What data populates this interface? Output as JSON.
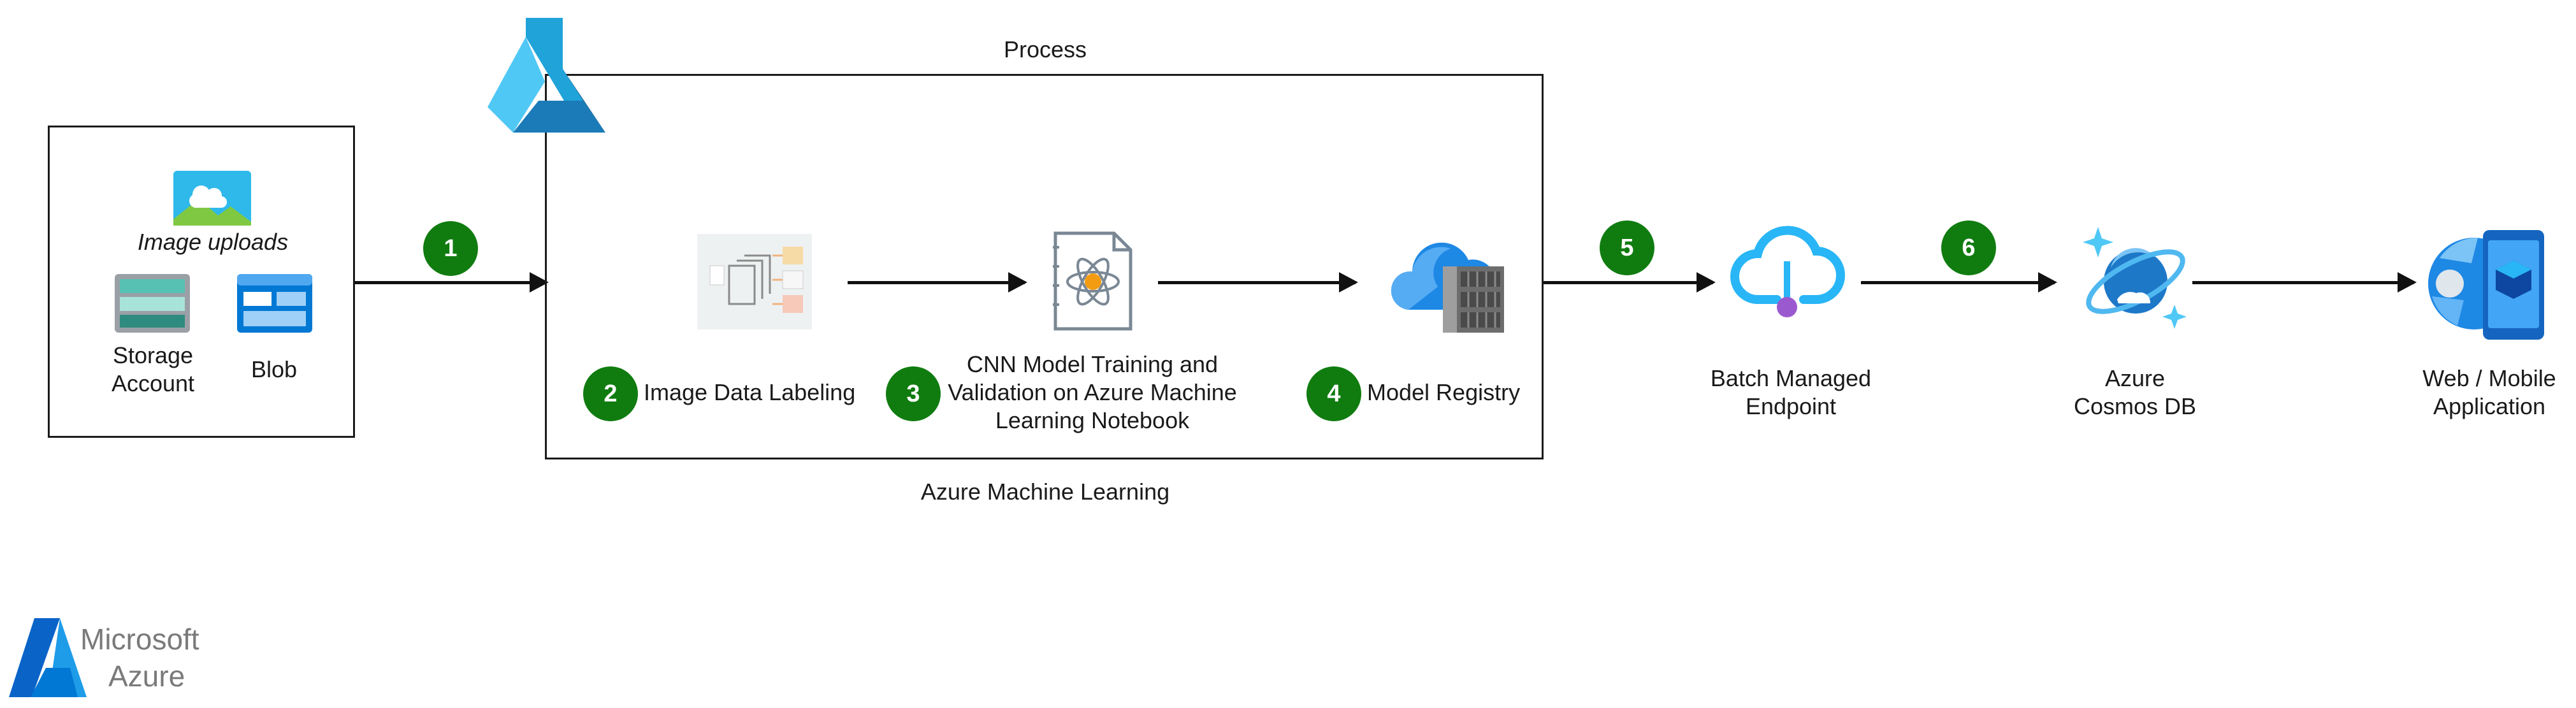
{
  "diagram": {
    "process_label": "Process",
    "aml_label": "Azure Machine Learning",
    "storage": {
      "image_uploads": "Image uploads",
      "storage_account": "Storage\nAccount",
      "blob": "Blob"
    },
    "steps": [
      {
        "number": "1"
      },
      {
        "number": "2",
        "label": "Image Data Labeling"
      },
      {
        "number": "3",
        "label": "CNN Model Training and\nValidation on Azure Machine\nLearning Notebook"
      },
      {
        "number": "4",
        "label": "Model Registry"
      },
      {
        "number": "5"
      },
      {
        "number": "6"
      }
    ],
    "endpoint_label": "Batch Managed\nEndpoint",
    "cosmos_label": "Azure\nCosmos DB",
    "app_label": "Web / Mobile\nApplication"
  },
  "logo": {
    "line1": "Microsoft",
    "line2": "Azure"
  },
  "colors": {
    "badge": "#107c10",
    "azure_blue": "#0078d4",
    "arrow": "#111111"
  },
  "icons": [
    "azure-ml-icon",
    "image-icon",
    "storage-account-icon",
    "blob-icon",
    "data-labeling-icon",
    "notebook-icon",
    "model-registry-icon",
    "batch-endpoint-icon",
    "cosmos-db-icon",
    "web-mobile-app-icon",
    "azure-logo-icon"
  ]
}
